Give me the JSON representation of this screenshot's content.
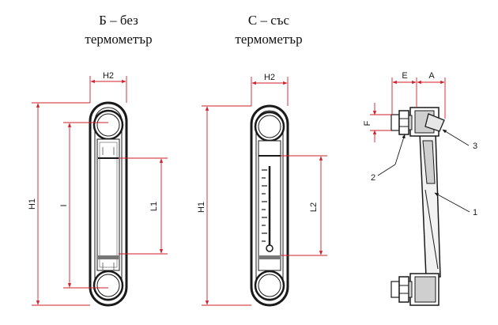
{
  "titles": {
    "left_line1": "Б – без",
    "left_line2": "термометър",
    "mid_line1": "С – със",
    "mid_line2": "термометър"
  },
  "dims": {
    "h2_left": "H2",
    "h1_left": "H1",
    "i_left": "I",
    "l1_left": "L1",
    "h2_mid": "H2",
    "h1_mid": "H1",
    "l2_mid": "L2",
    "e_right": "E",
    "a_right": "A",
    "f_right": "F"
  },
  "callouts": {
    "c1": "1",
    "c2": "2",
    "c3": "3"
  },
  "colors": {
    "dimension": "#d21f2a",
    "outline": "#1a1a1a",
    "shade": "#cfcfcf"
  }
}
